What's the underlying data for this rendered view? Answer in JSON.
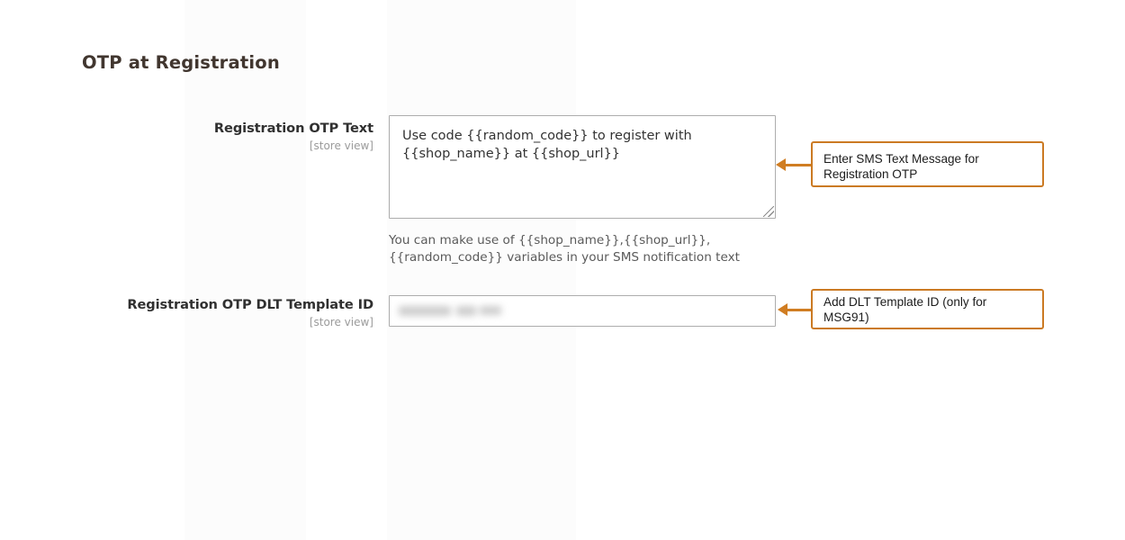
{
  "section": {
    "title": "OTP at Registration"
  },
  "fields": [
    {
      "label": "Registration OTP Text",
      "scope": "[store view]",
      "type": "textarea",
      "value": "Use code {{random_code}} to register with {{shop_name}} at {{shop_url}}",
      "help": "You can make use of {{shop_name}},{{shop_url}},{{random_code}} variables in your SMS notification text"
    },
    {
      "label": "Registration OTP DLT Template ID",
      "scope": "[store view]",
      "type": "text",
      "value": "",
      "value_state": "redacted",
      "help": ""
    }
  ],
  "annotations": [
    {
      "text": "Enter SMS Text Message for Registration OTP",
      "arrow": "left-arrow-icon"
    },
    {
      "text": "Add DLT Template ID (only for MSG91)",
      "arrow": "left-arrow-icon"
    }
  ],
  "colors": {
    "accent": "#cb7a23",
    "arrow": "#d07d22",
    "title": "#41362f",
    "label": "#303030",
    "scope": "#9b9b9b",
    "field_border": "#adadad",
    "help_text": "#5a5a5a"
  }
}
